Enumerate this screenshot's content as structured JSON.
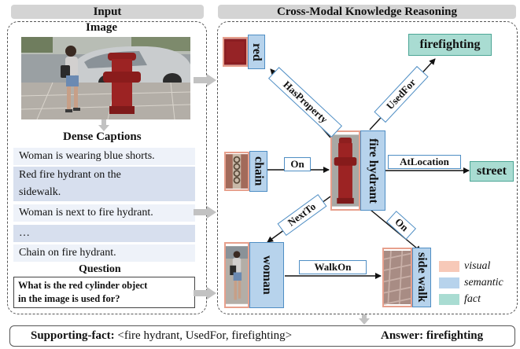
{
  "left": {
    "header": "Input",
    "image_title": "Image",
    "captions_title": "Dense Captions",
    "captions": [
      "Woman is wearing blue shorts.",
      "Red fire hydrant on the",
      "sidewalk.",
      "Woman is next to fire hydrant.",
      "…",
      "Chain on fire hydrant."
    ],
    "question_title": "Question",
    "question_lines": [
      "What is the red cylinder object",
      "in the image is used for?"
    ]
  },
  "right": {
    "header": "Cross-Modal Knowledge Reasoning",
    "nodes": {
      "red": "red",
      "chain": "chain",
      "fire_hydrant": "fire hydrant",
      "woman": "woman",
      "side_walk": "side walk",
      "firefighting": "firefighting",
      "street": "street"
    },
    "relations": {
      "has_property": "HasProperty",
      "used_for": "UsedFor",
      "on_chain": "On",
      "at_location": "AtLocation",
      "next_to": "NextTo",
      "on_walk": "On",
      "walk_on": "WalkOn"
    },
    "legend": [
      {
        "label": "visual",
        "color": "#f7c9b8"
      },
      {
        "label": "semantic",
        "color": "#b7d3ec"
      },
      {
        "label": "fact",
        "color": "#a9dcd2"
      }
    ]
  },
  "bottom": {
    "supporting_label": "Supporting-fact:",
    "supporting_value": "<fire hydrant, UsedFor, firefighting>",
    "answer_label": "Answer:",
    "answer_value": "firefighting"
  },
  "colors": {
    "header_bg": "#d4d4d4",
    "semantic": "#b7d3ec",
    "fact": "#a9dcd2",
    "visual_border": "#e7a08d"
  }
}
